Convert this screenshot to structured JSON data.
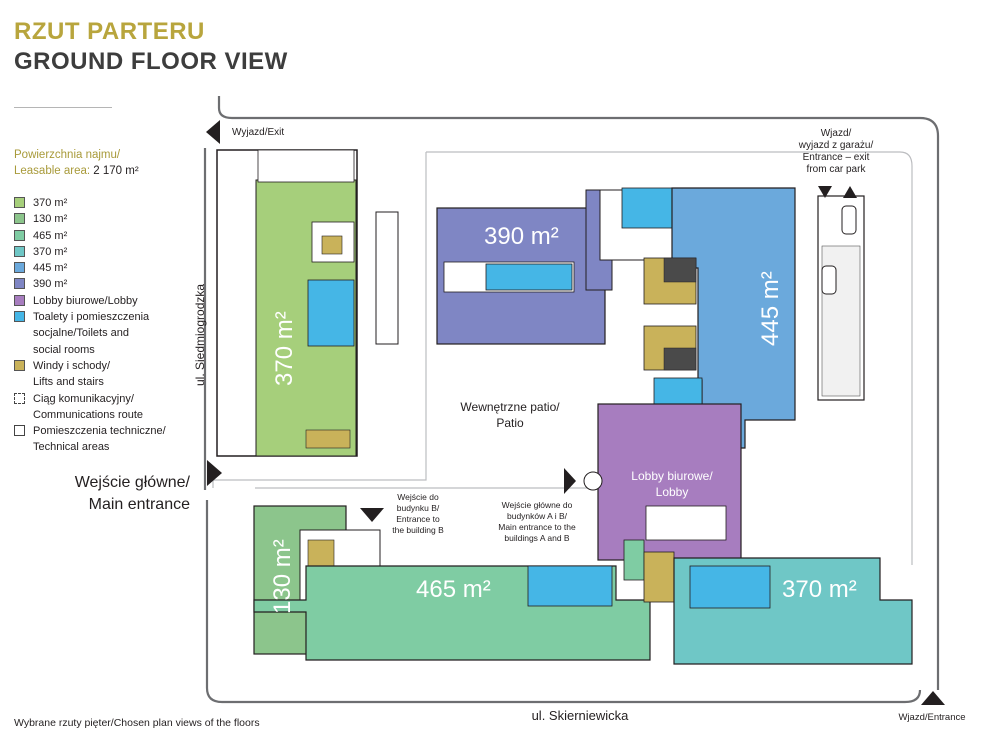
{
  "title": {
    "line1": "RZUT PARTERU",
    "line2": "GROUND FLOOR VIEW"
  },
  "leasable": {
    "label_pl": "Powierzchnia najmu/",
    "label_en": "Leasable area:",
    "value": "2 170 m²"
  },
  "legend": [
    {
      "color": "#a6cf7b",
      "style": "solid",
      "lines": [
        "370 m²"
      ]
    },
    {
      "color": "#8cc58c",
      "style": "solid",
      "lines": [
        "130 m²"
      ]
    },
    {
      "color": "#7fcca3",
      "style": "solid",
      "lines": [
        "465 m²"
      ]
    },
    {
      "color": "#6fc7c6",
      "style": "solid",
      "lines": [
        "370 m²"
      ]
    },
    {
      "color": "#6ba9dc",
      "style": "solid",
      "lines": [
        "445 m²"
      ]
    },
    {
      "color": "#7f86c4",
      "style": "solid",
      "lines": [
        "390 m²"
      ]
    },
    {
      "color": "#a77dbf",
      "style": "solid",
      "lines": [
        "Lobby biurowe/Lobby"
      ]
    },
    {
      "color": "#45b6e6",
      "style": "solid",
      "lines": [
        "Toalety i pomieszczenia",
        "socjalne/Toilets and",
        "social rooms"
      ]
    },
    {
      "color": "#c9b25a",
      "style": "solid",
      "lines": [
        "Windy i schody/",
        "Lifts and stairs"
      ]
    },
    {
      "color": "#ffffff",
      "style": "dashed",
      "lines": [
        "Ciąg komunikacyjny/",
        "Communications route"
      ]
    },
    {
      "color": "#ffffff",
      "style": "outline",
      "lines": [
        "Pomieszczenia techniczne/",
        "Technical areas"
      ]
    }
  ],
  "areas": {
    "a370_green": "370 m²",
    "a390": "390 m²",
    "a445": "445 m²",
    "a130": "130 m²",
    "a465": "465 m²",
    "a370_teal": "370 m²"
  },
  "labels": {
    "exit_top": "Wyjazd/Exit",
    "garage_entrance": [
      "Wjazd/",
      "wyjazd z garażu/",
      "Entrance – exit",
      "from car park"
    ],
    "street_left": "ul. Siedmiogrodzka",
    "patio": [
      "Wewnętrzne patio/",
      "Patio"
    ],
    "lobby": [
      "Lobby biurowe/",
      "Lobby"
    ],
    "main_entrance": [
      "Wejście główne/",
      "Main entrance"
    ],
    "entrance_b": [
      "Wejście do",
      "budynku B/",
      "Entrance to",
      "the building B"
    ],
    "entrance_ab": [
      "Wejście główne do",
      "budynków A i B/",
      "Main entrance to the",
      "buildings A and B"
    ],
    "street_bottom": "ul. Skierniewicka",
    "entrance_br": "Wjazd/Entrance"
  },
  "footer": "Wybrane rzuty pięter/Chosen plan views of the floors"
}
